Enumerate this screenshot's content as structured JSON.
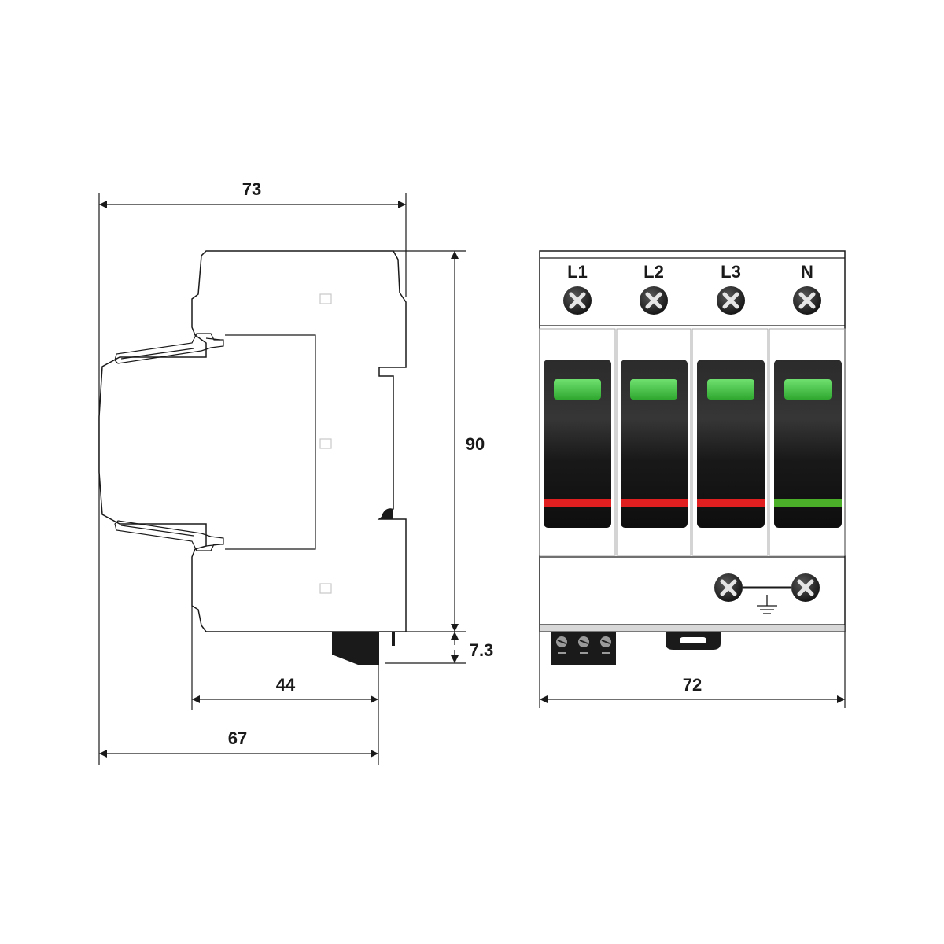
{
  "dimensions": {
    "overall_depth": "73",
    "height": "90",
    "rail_offset": "7.3",
    "front_depth": "44",
    "rail_depth": "67",
    "width": "72"
  },
  "terminals": {
    "top": [
      "L1",
      "L2",
      "L3",
      "N"
    ]
  },
  "colors": {
    "indicator_window": "#3dbd3d",
    "status_stripe_line": "#e02020",
    "status_stripe_neutral": "#4caf2a",
    "module_body": "#1c1c1c"
  },
  "icons": {
    "terminal_screw": "x-screw-icon",
    "ground_symbol": "ground-icon"
  }
}
